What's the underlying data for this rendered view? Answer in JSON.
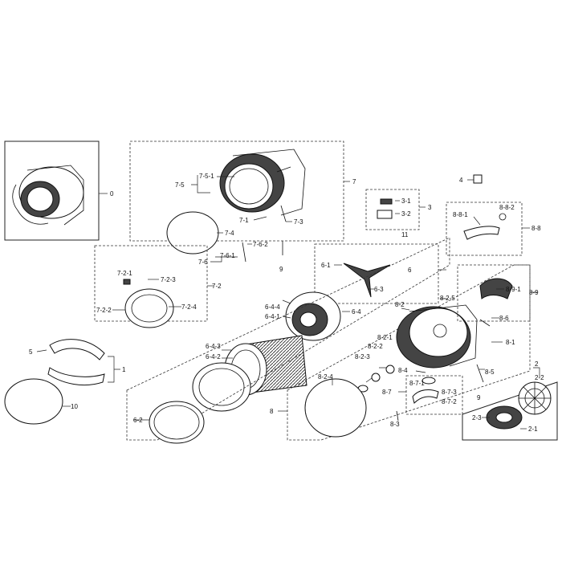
{
  "labels": {
    "l0": "0",
    "l1": "1",
    "l2": "2",
    "l2_1": "2-1",
    "l2_2": "2-2",
    "l2_3": "2-3",
    "l3": "3",
    "l3_1": "3-1",
    "l3_2": "3-2",
    "l4": "4",
    "l5": "5",
    "l6": "6",
    "l6_1": "6-1",
    "l6_3": "6-3",
    "l6_4": "6-4",
    "l6_4_1": "6-4-1",
    "l6_4_2": "6-4-2",
    "l6_4_3": "6-4-3",
    "l6_4_4": "6-4-4",
    "l7": "7",
    "l7_1": "7-1",
    "l7_2": "7-2",
    "l7_2_1": "7-2-1",
    "l7_2_2": "7-2-2",
    "l7_2_3": "7-2-3",
    "l7_2_4": "7-2-4",
    "l7_3": "7-3",
    "l7_4": "7-4",
    "l7_5": "7-5",
    "l7_5_1": "7-5-1",
    "l7_6": "7-6",
    "l7_6_1": "7-6-1",
    "l7_6_2": "7-6-2",
    "l8": "8",
    "l8_1": "8-1",
    "l8_2": "8-2",
    "l8_2_1": "8-2-1",
    "l8_2_2": "8-2-2",
    "l8_2_3": "8-2-3",
    "l8_2_4": "8-2-4",
    "l8_2_5": "8-2-5",
    "l8_3": "8-3",
    "l8_4": "8-4",
    "l8_5": "8-5",
    "l8_6": "8-6",
    "l8_7": "8-7",
    "l8_7_1": "8-7-1",
    "l8_7_2": "8-7-2",
    "l8_7_3": "8-7-3",
    "l8_8": "8-8",
    "l8_8_1": "8-8-1",
    "l8_8_2": "8-8-2",
    "l8_9": "8-9",
    "l8_9_1": "8-9-1",
    "l9a": "9",
    "l9b": "9",
    "l10": "10",
    "l11": "11",
    "l6_2": "6-2"
  }
}
